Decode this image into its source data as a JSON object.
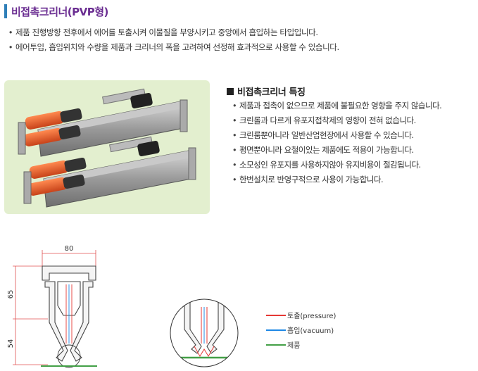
{
  "title": "비접촉크리너(PVP형)",
  "intro": [
    "제품 진행방향 전후에서 에어를 토출시켜 이물질을 부양시키고 중앙에서 흡입하는 타입입니다.",
    "에어투입, 흡입위치와 수량을 제품과 크리너의 폭을 고려하여 선정해 효과적으로 사용할 수 있습니다."
  ],
  "features_title": "비접촉크리너 특징",
  "features": [
    "제품과 접촉이 없으므로 제품에 불필요한 영향을 주지 않습니다.",
    "크린롤과 다르게 유포지접착제의 영향이 전혀 없습니다.",
    "크린룸뿐아니라 일반산업현장에서 사용할 수 있습니다.",
    "평면뿐아니라 요철이있는 제품에도 적용이 가능합니다.",
    "소모성인 유포지를 사용하지않아 유지비용이 절감됩니다.",
    "한번설치로 반영구적으로 사용이 가능합니다."
  ],
  "dimensions": {
    "width": "80",
    "upper": "65",
    "lower": "54"
  },
  "legend": [
    {
      "label": "토출(pressure)",
      "color": "#e53935"
    },
    {
      "label": "흡입(vacuum)",
      "color": "#1e88e5"
    },
    {
      "label": "제품",
      "color": "#43a047"
    }
  ],
  "colors": {
    "title": "#6a2d91",
    "accent_bar": "#2f7fb8",
    "photo_bg": "#e3efcf"
  }
}
